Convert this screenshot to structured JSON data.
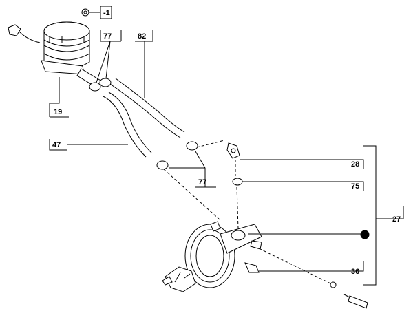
{
  "callouts": {
    "c_minus1": "-1",
    "c_77_top": "77",
    "c_82": "82",
    "c_19": "19",
    "c_47": "47",
    "c_77_bottom": "77",
    "c_28": "28",
    "c_75": "75",
    "c_27": "27",
    "c_36": "36"
  },
  "colors": {
    "ink": "#000000",
    "background": "#ffffff"
  }
}
